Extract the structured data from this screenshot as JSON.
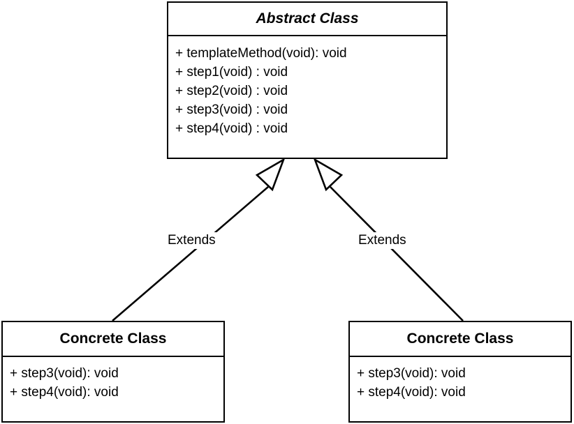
{
  "diagram": {
    "type": "uml-class-diagram",
    "pattern": "Template Method",
    "background_color": "#ffffff",
    "line_color": "#000000",
    "text_color": "#000000",
    "classes": [
      {
        "id": "abstract-class",
        "name": "Abstract Class",
        "stereotype": "abstract",
        "title_style": "bold-italic",
        "members": [
          "+ templateMethod(void): void",
          "+ step1(void) : void",
          "+ step2(void) : void",
          "+ step3(void) : void",
          "+ step4(void) : void"
        ]
      },
      {
        "id": "concrete-class-left",
        "name": "Concrete Class",
        "stereotype": "concrete",
        "title_style": "bold",
        "members": [
          "+ step3(void): void",
          "+ step4(void): void"
        ]
      },
      {
        "id": "concrete-class-right",
        "name": "Concrete Class",
        "stereotype": "concrete",
        "title_style": "bold",
        "members": [
          "+ step3(void): void",
          "+ step4(void): void"
        ]
      }
    ],
    "relationships": [
      {
        "id": "generalization-left",
        "kind": "generalization",
        "label": "Extends",
        "from": "concrete-class-left",
        "to": "abstract-class",
        "arrowhead": "hollow-triangle"
      },
      {
        "id": "generalization-right",
        "kind": "generalization",
        "label": "Extends",
        "from": "concrete-class-right",
        "to": "abstract-class",
        "arrowhead": "hollow-triangle"
      }
    ]
  }
}
